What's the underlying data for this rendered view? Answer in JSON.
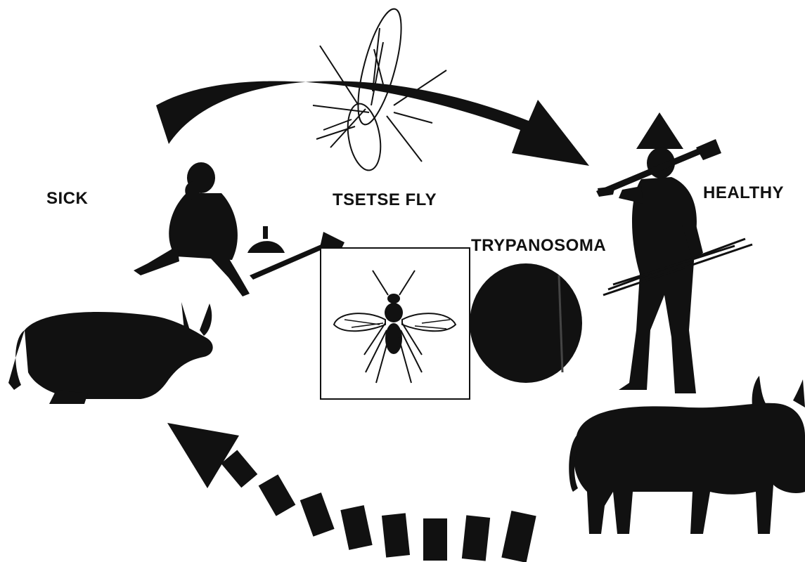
{
  "labels": {
    "sick": "SICK",
    "tsetse_fly": "TSETSE FLY",
    "trypanosoma": "TRYPANOSOMA",
    "healthy": "HEALTHY"
  },
  "colors": {
    "ink": "#111111",
    "background": "#ffffff"
  },
  "icons": [
    "tsetse-fly-large-icon",
    "tsetse-fly-icon",
    "trypanosoma-icon",
    "sick-person-icon",
    "healthy-person-icon",
    "sick-cow-icon",
    "healthy-cow-icon",
    "hoe-icon",
    "pot-icon"
  ]
}
